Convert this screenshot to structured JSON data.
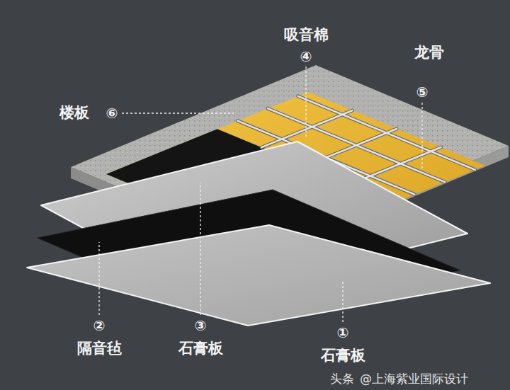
{
  "diagram": {
    "labels": [
      "吸音棉",
      "龙骨",
      "④",
      "楼板",
      "⑥",
      "⑤",
      "②",
      "③",
      "隔音毡",
      "石膏板",
      "①",
      "石膏板",
      "头条",
      "@上海紫业国际设计"
    ]
  }
}
